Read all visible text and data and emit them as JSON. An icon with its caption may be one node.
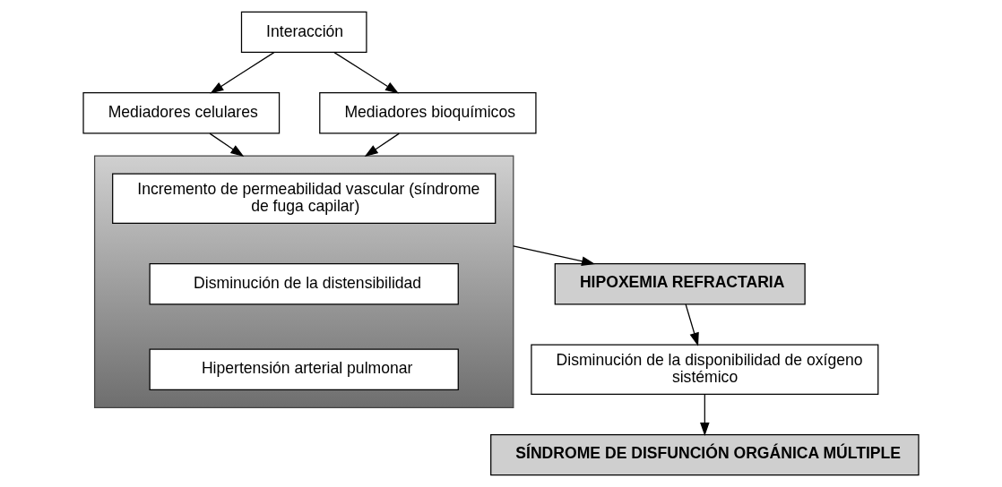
{
  "diagram": {
    "nodes": [
      {
        "text": [
          "Interacción"
        ]
      },
      {
        "text": [
          "Mediadores celulares"
        ]
      },
      {
        "text": [
          "Mediadores bioquímicos"
        ]
      },
      {
        "text": [],
        "shape": "box"
      },
      {
        "text": [
          "Incremento de permeabilidad vascular (síndrome de fuga capilar)"
        ],
        "in": 3
      },
      {
        "text": [
          "Disminución de la distensibilidad"
        ],
        "in": 3
      },
      {
        "text": [
          "Hipertensión arterial pulmonar"
        ],
        "in": 3
      },
      {
        "text": [
          "HIPOXEMIA REFRACTARIA"
        ]
      },
      {
        "text": [
          "Disminución de la disponibilidad de oxígeno sistémico"
        ]
      },
      {
        "text": [
          "SÍNDROME DE DISFUNCIÓN ORGÁNICA MÚLTIPLE"
        ]
      }
    ],
    "edges": [
      {
        "from": 0,
        "to": 1,
        "arrow": "to"
      },
      {
        "from": 0,
        "to": 2,
        "arrow": "to"
      },
      {
        "from": 1,
        "to": 3,
        "arrow": "to"
      },
      {
        "from": 2,
        "to": 3,
        "arrow": "to"
      },
      {
        "from": 3,
        "to": 7,
        "arrow": "to"
      },
      {
        "from": 7,
        "to": 8,
        "arrow": "to"
      },
      {
        "from": 8,
        "to": 9,
        "arrow": "to"
      }
    ]
  }
}
